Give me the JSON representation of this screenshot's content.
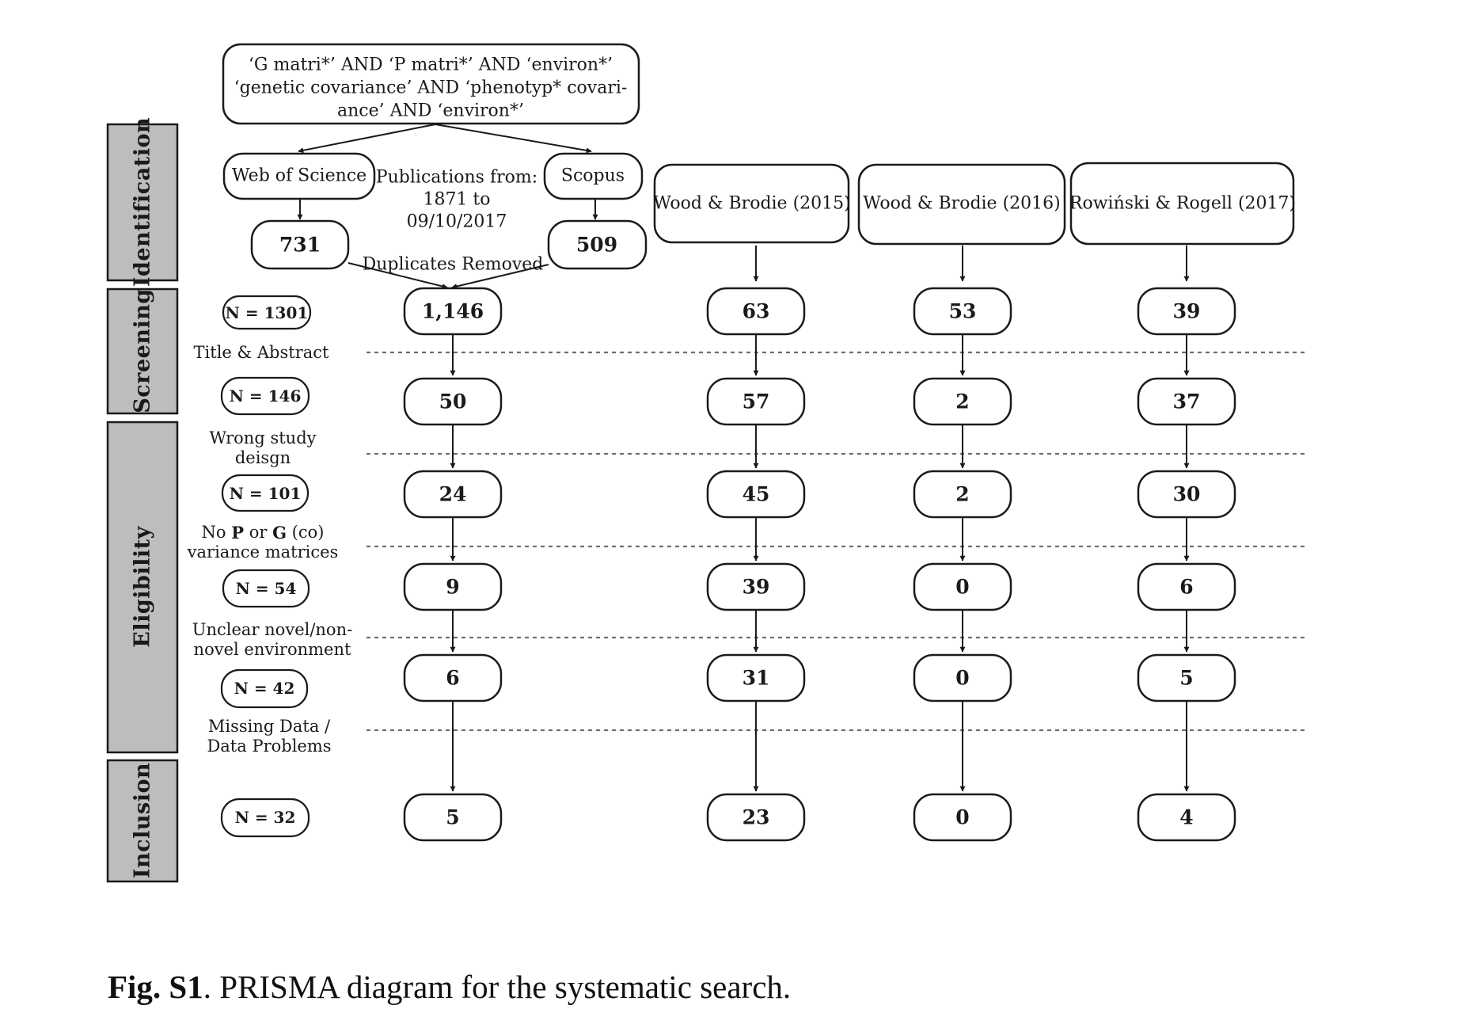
{
  "query_lines": [
    "‘G matri*’ AND ‘P matri*’ AND ‘environ*’",
    "‘genetic covariance’ AND ‘phenotyp* covari-",
    "ance’ AND ‘environ*’"
  ],
  "stages": [
    "Identification",
    "Screening",
    "Eligibility",
    "Inclusion"
  ],
  "sources": {
    "web_of_science": "Web of Science",
    "scopus": "Scopus",
    "web_of_science_count": "731",
    "scopus_count": "509",
    "publications_lines": [
      "Publications from:",
      "1871 to",
      "09/10/2017"
    ],
    "duplicates_removed": "Duplicates Removed"
  },
  "extra_sources": [
    "Wood & Brodie (2015)",
    "Wood & Brodie (2016)",
    "Rowiński & Rogell (2017)"
  ],
  "totals": [
    "N = 1301",
    "N = 146",
    "N = 101",
    "N = 54",
    "N = 42",
    "N = 32"
  ],
  "exclusions": [
    [
      "Title & Abstract"
    ],
    [
      "Wrong study",
      "deisgn"
    ],
    [
      "No P or G (co)",
      "variance matrices"
    ],
    [
      "Unclear novel/non-",
      "novel environment"
    ],
    [
      "Missing Data /",
      "Data Problems"
    ]
  ],
  "columns": [
    [
      "1,146",
      "50",
      "24",
      "9",
      "6",
      "5"
    ],
    [
      "63",
      "57",
      "45",
      "39",
      "31",
      "23"
    ],
    [
      "53",
      "2",
      "2",
      "0",
      "0",
      "0"
    ],
    [
      "39",
      "37",
      "30",
      "6",
      "5",
      "4"
    ]
  ],
  "caption": {
    "label": "Fig. S1",
    "text": ". PRISMA diagram for the systematic search."
  }
}
